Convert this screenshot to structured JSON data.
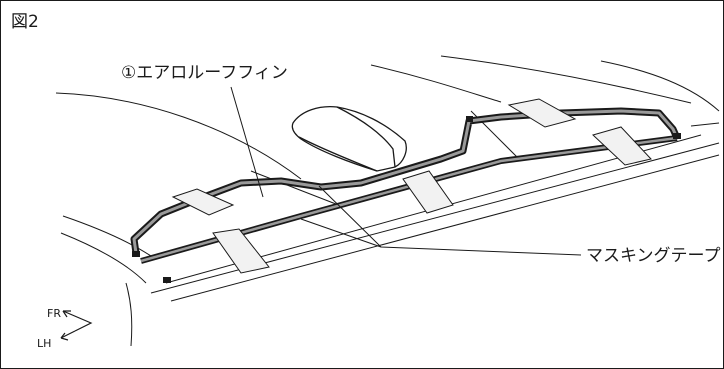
{
  "figure_label": "図2",
  "callouts": {
    "fin": "①エアロルーフフィン",
    "tape": "マスキングテープ"
  },
  "direction": {
    "front": "FR",
    "left": "LH"
  },
  "colors": {
    "line": "#1a1a1a",
    "tape_fill": "#f2f2f2",
    "fin_outline": "#5a5a5a"
  }
}
